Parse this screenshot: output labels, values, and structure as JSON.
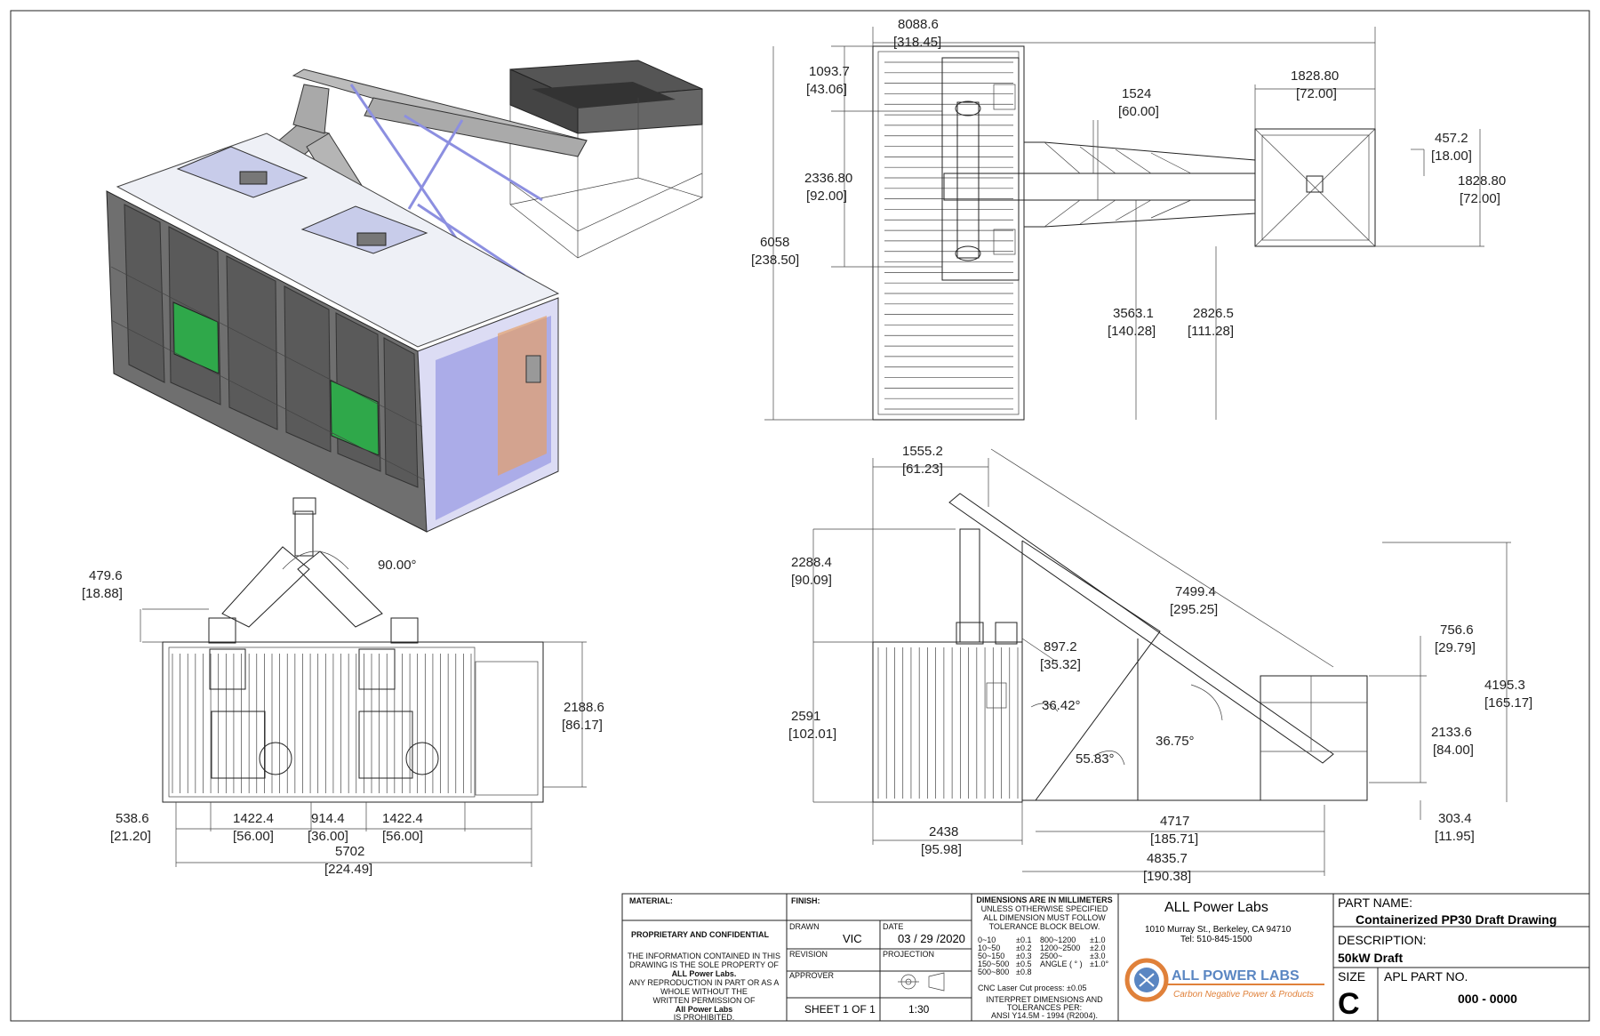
{
  "dimensions": {
    "top_total": {
      "mm": "8088.6",
      "in": "[318.45]"
    },
    "top_a": {
      "mm": "1093.7",
      "in": "[43.06]"
    },
    "top_b": {
      "mm": "2336.80",
      "in": "[92.00]"
    },
    "top_c": {
      "mm": "6058",
      "in": "[238.50]"
    },
    "top_d": {
      "mm": "1524",
      "in": "[60.00]"
    },
    "top_e": {
      "mm": "1828.80",
      "in": "[72.00]"
    },
    "top_f": {
      "mm": "457.2",
      "in": "[18.00]"
    },
    "top_g": {
      "mm": "1828.80",
      "in": "[72.00]"
    },
    "top_h": {
      "mm": "3563.1",
      "in": "[140.28]"
    },
    "top_i": {
      "mm": "2826.5",
      "in": "[111.28]"
    },
    "front_a": {
      "mm": "479.6",
      "in": "[18.88]"
    },
    "front_angle": "90.00°",
    "front_b": {
      "mm": "2188.6",
      "in": "[86.17]"
    },
    "front_c": {
      "mm": "538.6",
      "in": "[21.20]"
    },
    "front_d": {
      "mm": "1422.4",
      "in": "[56.00]"
    },
    "front_e": {
      "mm": "914.4",
      "in": "[36.00]"
    },
    "front_f": {
      "mm": "1422.4",
      "in": "[56.00]"
    },
    "front_g": {
      "mm": "5702",
      "in": "[224.49]"
    },
    "side_a": {
      "mm": "1555.2",
      "in": "[61.23]"
    },
    "side_b": {
      "mm": "2288.4",
      "in": "[90.09]"
    },
    "side_c": {
      "mm": "7499.4",
      "in": "[295.25]"
    },
    "side_d": {
      "mm": "897.2",
      "in": "[35.32]"
    },
    "side_e": {
      "mm": "2591",
      "in": "[102.01]"
    },
    "side_f": {
      "mm": "756.6",
      "in": "[29.79]"
    },
    "side_g": {
      "mm": "4195.3",
      "in": "[165.17]"
    },
    "side_h": {
      "mm": "2133.6",
      "in": "[84.00]"
    },
    "side_i": {
      "mm": "303.4",
      "in": "[11.95]"
    },
    "side_j": {
      "mm": "2438",
      "in": "[95.98]"
    },
    "side_k": {
      "mm": "4717",
      "in": "[185.71]"
    },
    "side_l": {
      "mm": "4835.7",
      "in": "[190.38]"
    },
    "angle_1": "36.42°",
    "angle_2": "55.83°",
    "angle_3": "36.75°"
  },
  "title_block": {
    "material_label": "MATERIAL:",
    "finish_label": "FINISH:",
    "proprietary": "PROPRIETARY AND CONFIDENTIAL",
    "notice": [
      "THE INFORMATION CONTAINED IN THIS",
      "DRAWING IS THE SOLE PROPERTY OF",
      "ALL Power Labs.",
      "ANY REPRODUCTION IN PART OR AS A",
      "WHOLE WITHOUT THE",
      "WRITTEN PERMISSION OF",
      "All Power Labs",
      "IS PROHIBITED."
    ],
    "drawn_label": "DRAWN",
    "drawn_value": "VIC",
    "date_label": "DATE",
    "date_value": "03 / 29 /2020",
    "revision_label": "REVISION",
    "projection_label": "PROJECTION",
    "approver_label": "APPROVER",
    "sheet": "SHEET 1 OF 1",
    "scale": "1:30",
    "dims_heading": "DIMENSIONS ARE IN MILLIMETERS",
    "dims_note": [
      "UNLESS OTHERWISE SPECIFIED",
      "ALL DIMENSION MUST FOLLOW",
      "TOLERANCE BLOCK BELOW."
    ],
    "tolerances_left": [
      "0~10",
      "10~50",
      "50~150",
      "150~500",
      "500~800"
    ],
    "tolerances_left_val": [
      "±0.1",
      "±0.2",
      "±0.3",
      "±0.5",
      "±0.8"
    ],
    "tolerances_right": [
      "800~1200",
      "1200~2500",
      "2500~",
      "ANGLE ( ° )"
    ],
    "tolerances_right_val": [
      "±1.0",
      "±2.0",
      "±3.0",
      "±1.0°"
    ],
    "cnc": "CNC Laser Cut process:  ±0.05",
    "interpret": [
      "INTERPRET DIMENSIONS AND",
      "TOLERANCES PER:",
      "ANSI Y14.5M - 1994 (R2004)."
    ],
    "company": "ALL Power Labs",
    "address1": "1010 Murray St.,  Berkeley, CA 94710",
    "address2": "Tel:  510-845-1500",
    "logo_text": "ALL POWER LABS",
    "logo_tagline": "Carbon Negative Power & Products",
    "part_name_label": "PART NAME:",
    "part_name": "Containerized PP30 Draft Drawing",
    "description_label": "DESCRIPTION:",
    "description": "50kW Draft",
    "size_label": "SIZE",
    "size_value": "C",
    "part_no_label": "APL PART NO.",
    "part_no": "000 -  0000"
  },
  "colors": {
    "line": "#222222",
    "green_panel": "#2fa84a",
    "blue_glass": "#7d7fe0",
    "orange": "#e0813a",
    "logo_orange": "#e0813a",
    "logo_blue": "#5a86c2"
  }
}
